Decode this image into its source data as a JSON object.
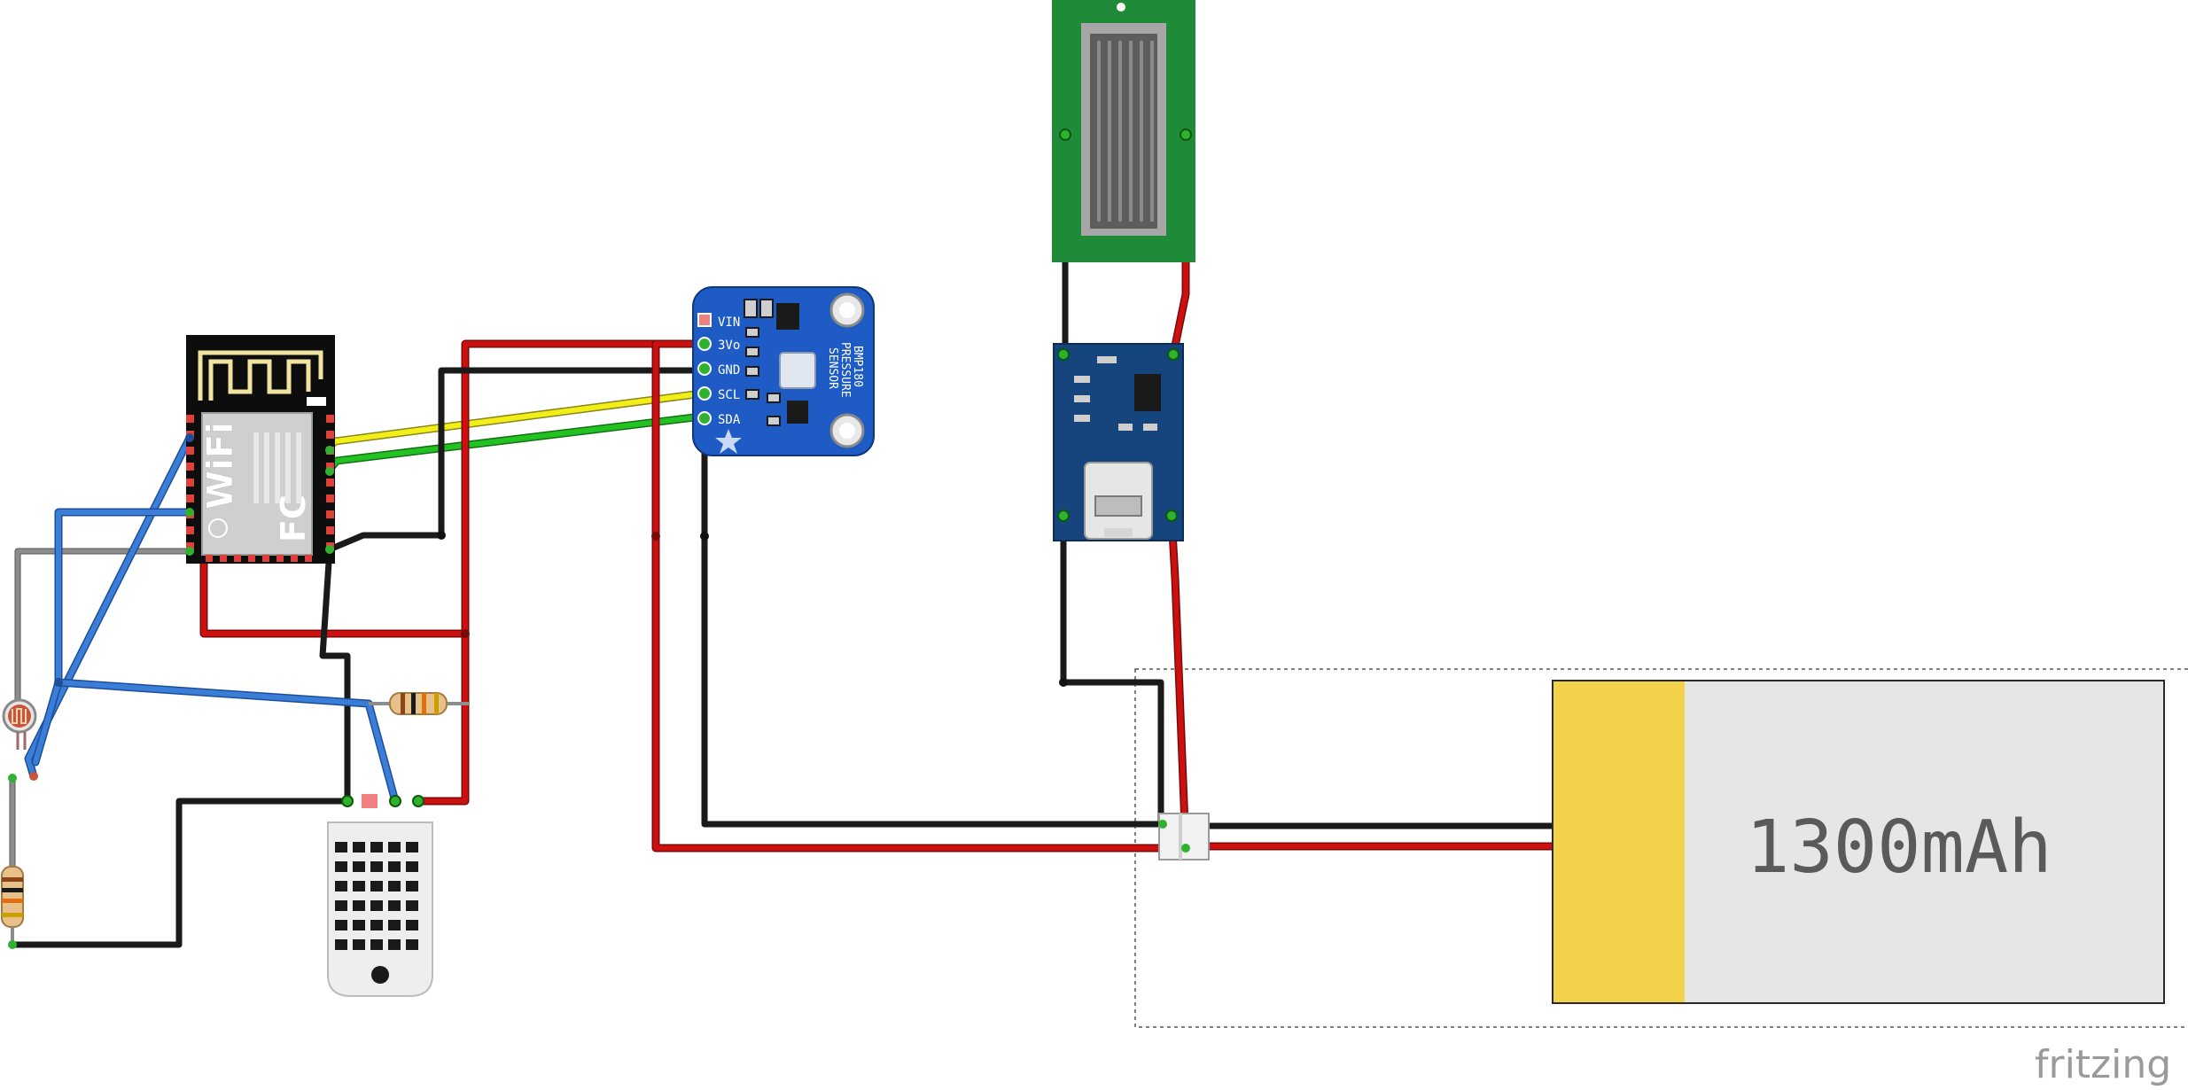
{
  "battery": {
    "capacity_label": "1300mAh"
  },
  "bmp_sensor": {
    "pins": [
      "VIN",
      "3Vo",
      "GND",
      "SCL",
      "SDA"
    ],
    "title_lines": [
      "BMP180",
      "PRESSURE",
      "SENSOR"
    ]
  },
  "esp_module": {
    "wifi_text": "WiFi",
    "fc_text": "FC"
  },
  "watermark": {
    "text": "fritzing"
  },
  "colors": {
    "wire_red": "#cc1010",
    "wire_black": "#1a1a1a",
    "wire_blue": "#3a7ed8",
    "wire_yellow": "#f2ee1a",
    "wire_green": "#22c222",
    "wire_gray": "#8c8c8c",
    "bmp_board": "#1e5bc4",
    "solar_board": "#1f8a37",
    "charger_board": "#16457e",
    "battery_cap": "#f2d24a",
    "battery_body": "#e6e6e6"
  }
}
